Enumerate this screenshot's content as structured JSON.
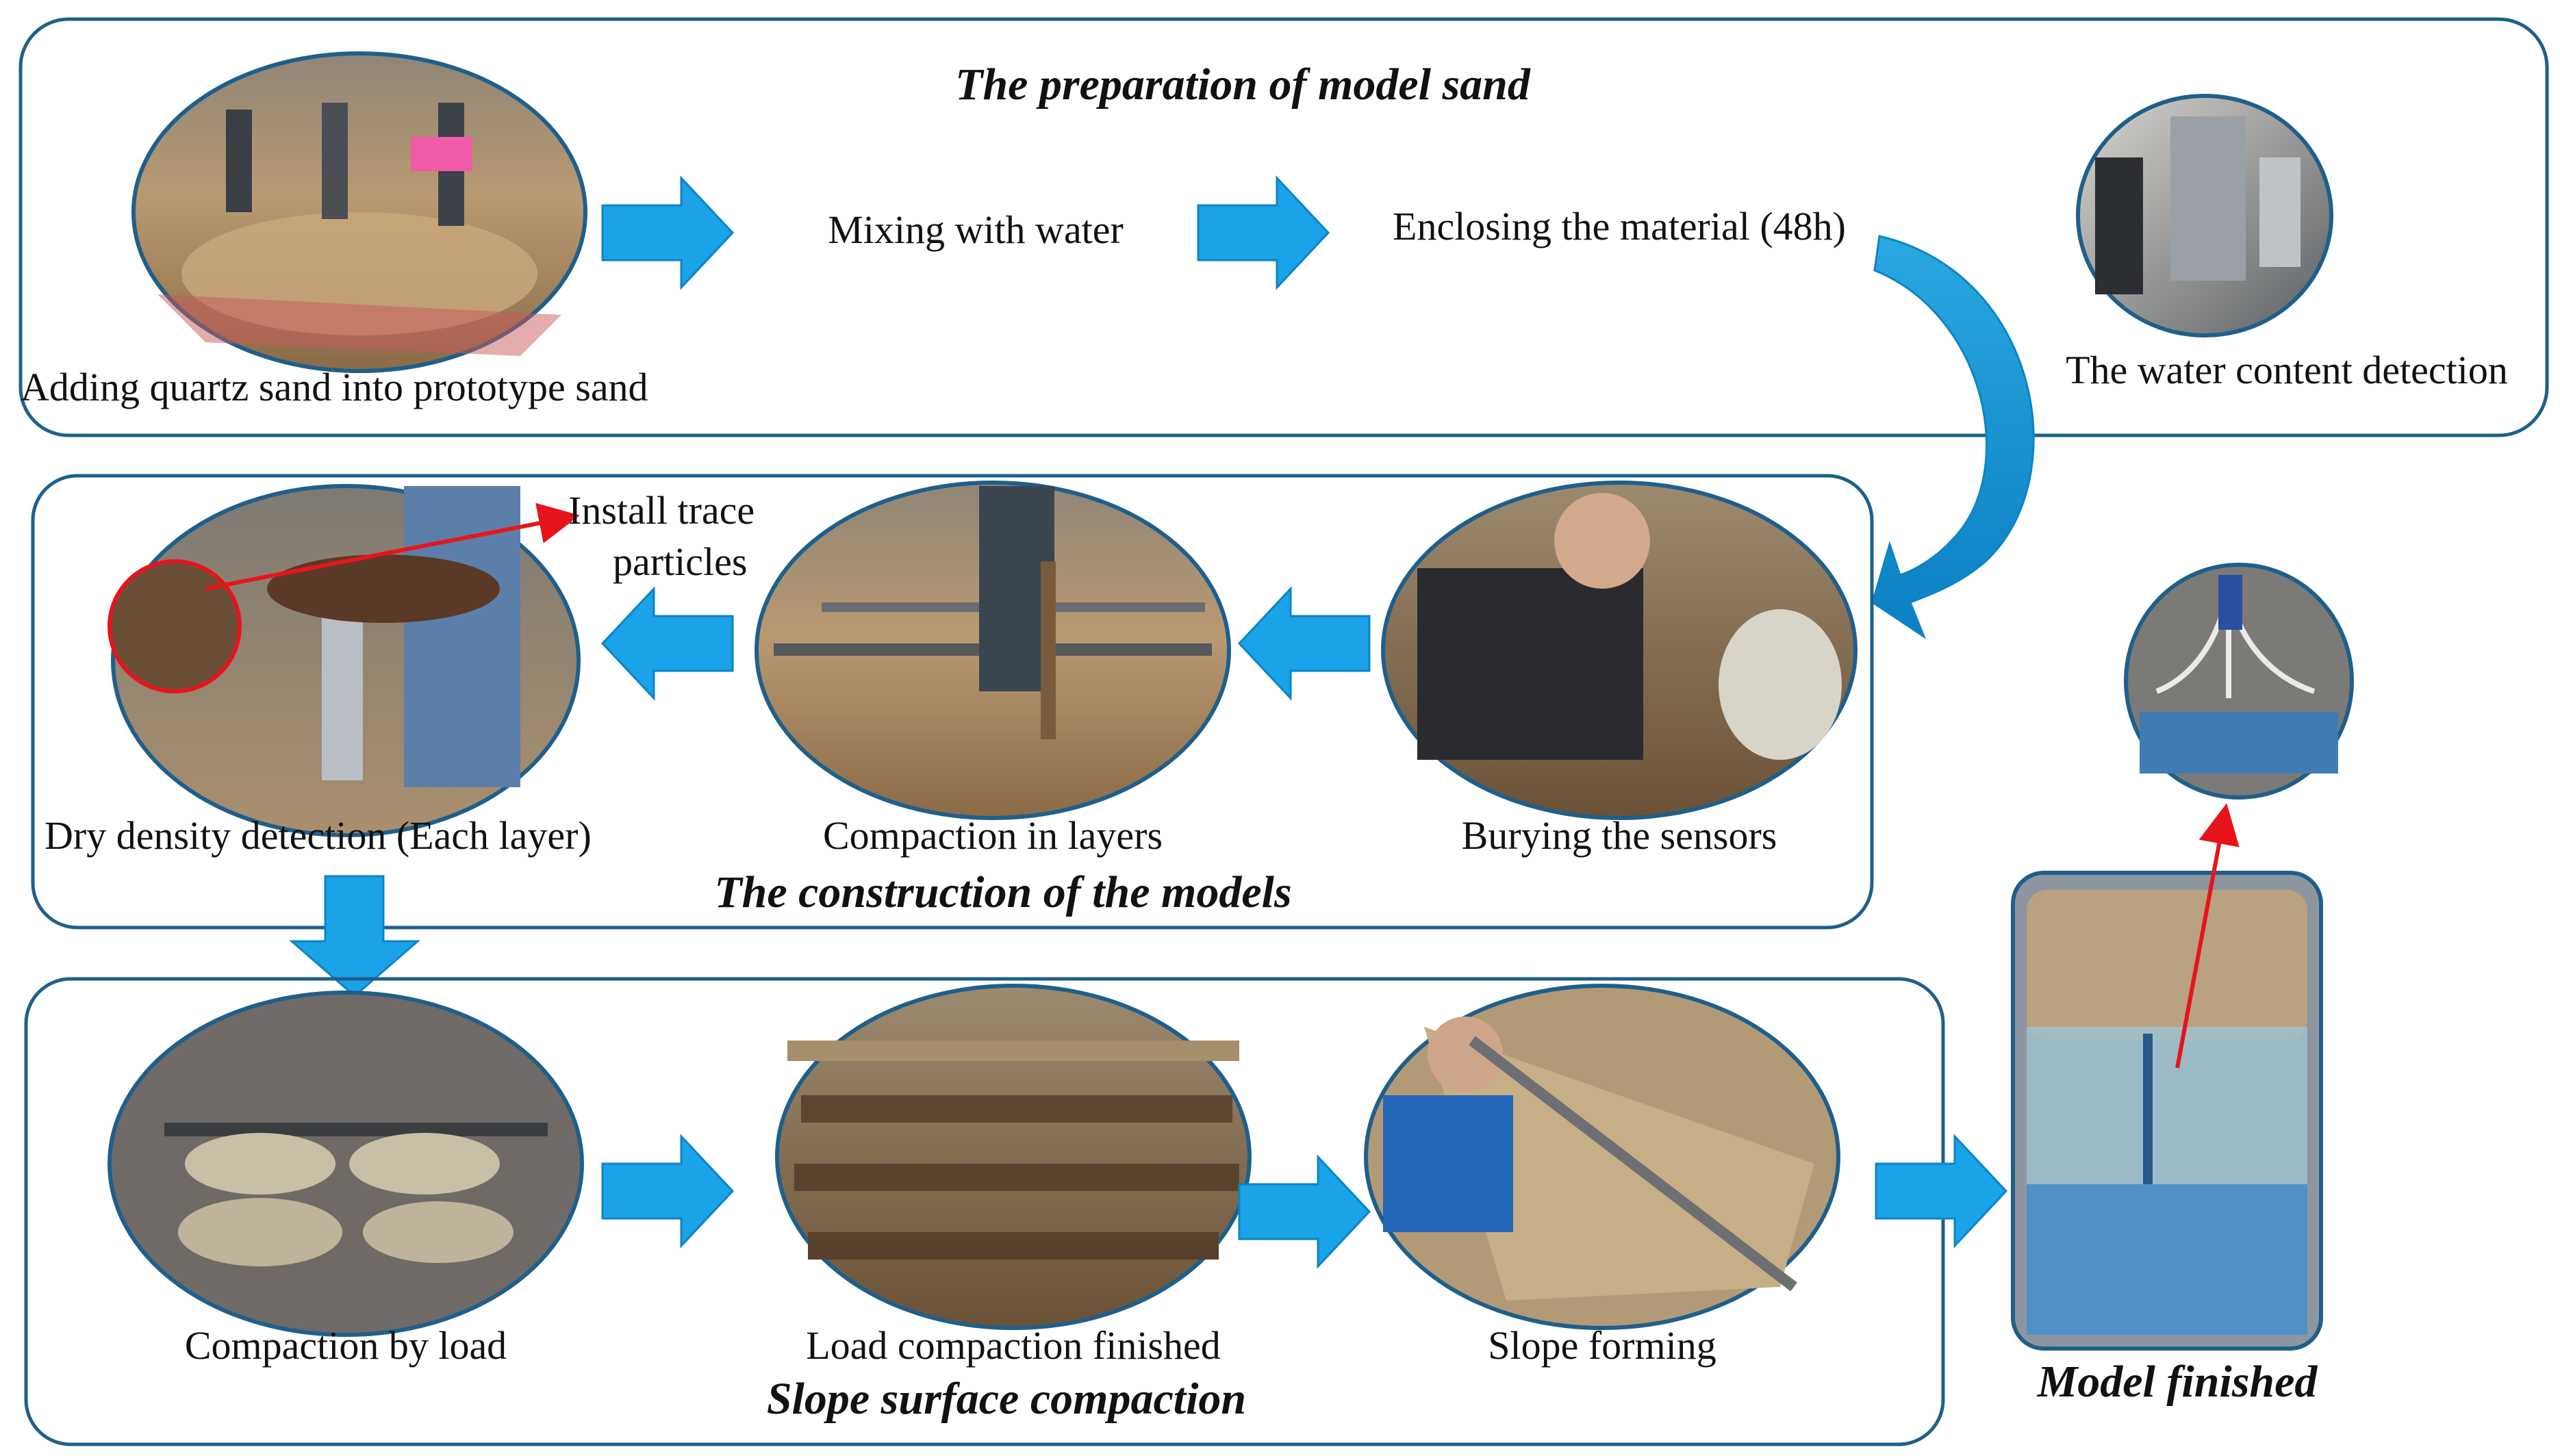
{
  "panels": {
    "preparation": {
      "title": "The preparation of model sand",
      "steps": {
        "adding": "Adding quartz sand into prototype sand",
        "mixing": "Mixing with water",
        "enclosing": "Enclosing the material (48h)",
        "water_detection": "The water content detection"
      }
    },
    "construction": {
      "title": "The construction of the models",
      "steps": {
        "dry_density": "Dry density detection (Each layer)",
        "compaction_layers": "Compaction in layers",
        "burying": "Burying the sensors"
      },
      "callout": {
        "line1": "Install trace",
        "line2": "particles"
      }
    },
    "slope": {
      "title": "Slope surface compaction",
      "steps": {
        "compaction_load": "Compaction by load",
        "load_finished": "Load compaction finished",
        "slope_forming": "Slope forming"
      }
    }
  },
  "final": {
    "label": "Model finished"
  },
  "colors": {
    "panel_border": "#1f5f8b",
    "arrow_fill": "#1aa3e8",
    "callout_line": "#e8141b"
  }
}
